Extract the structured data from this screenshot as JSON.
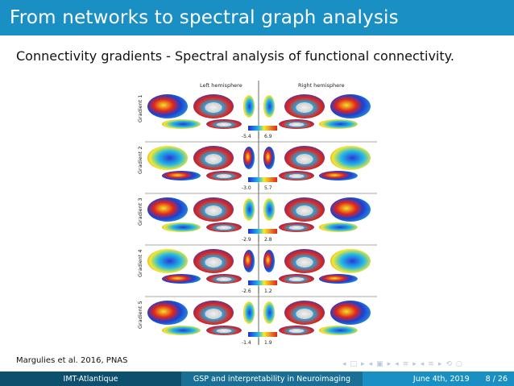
{
  "slide": {
    "title": "From networks to spectral graph analysis",
    "subtitle": "Connectivity gradients - Spectral analysis of functional connectivity.",
    "citation": "Margulies et al. 2016, PNAS"
  },
  "figure": {
    "header_left": "Left hemisphere",
    "header_right": "Right hemisphere",
    "rows": [
      {
        "label": "Gradient 1",
        "min": "-5.4",
        "max": "6.9"
      },
      {
        "label": "Gradient 2",
        "min": "-3.0",
        "max": "5.7"
      },
      {
        "label": "Gradient 3",
        "min": "-2.9",
        "max": "2.8"
      },
      {
        "label": "Gradient 4",
        "min": "-2.6",
        "max": "1.2"
      },
      {
        "label": "Gradient 5",
        "min": "-1.4",
        "max": "1.9"
      }
    ],
    "colorbar_colors": [
      "#1a2fd6",
      "#21b8e8",
      "#f4ea2c",
      "#e2231a"
    ]
  },
  "footer": {
    "institution": "IMT-Atlantique",
    "talk_title": "GSP and interpretability in Neuroimaging",
    "date": "June 4th, 2019",
    "page": "8 / 26"
  }
}
